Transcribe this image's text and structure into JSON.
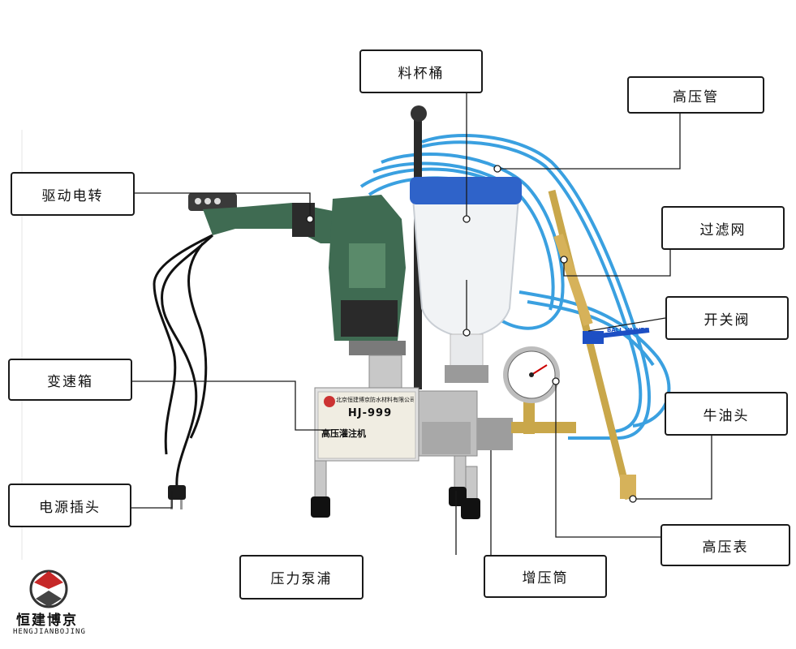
{
  "labels": {
    "cup": "料杯桶",
    "hose": "高压管",
    "motor": "驱动电转",
    "filter": "过滤网",
    "valve": "开关阀",
    "gearbox": "变速箱",
    "grease": "牛油头",
    "plug": "电源插头",
    "gauge": "高压表",
    "pump": "压力泵浦",
    "booster": "增压筒"
  },
  "machine": {
    "plate_company": "北京恒建博京防水材料有限公司",
    "model": "HJ-999",
    "product_name": "高压灌注机",
    "valve_tag": "BALL VALVES"
  },
  "logo": {
    "name_cn": "恒建博京",
    "name_en": "HENGJIANBOJING"
  },
  "colors": {
    "hose": "#3aa0e0",
    "cup_lid": "#2f63c9",
    "drill_body": "#3f6b52",
    "valve_handle": "#1d4fc4",
    "brass": "#c9a74a"
  }
}
